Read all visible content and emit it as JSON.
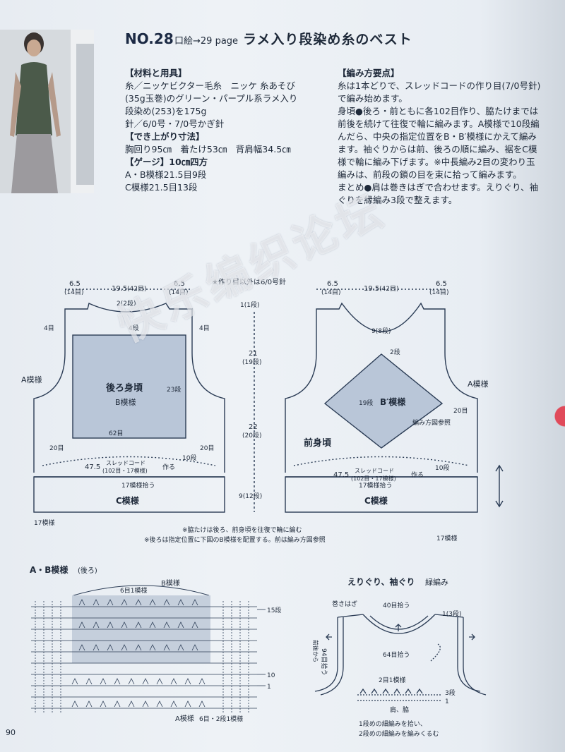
{
  "header": {
    "number": "NO.28",
    "page_ref": "口絵→29 page",
    "title": "ラメ入り段染め糸のベスト"
  },
  "materials": {
    "heading": "【材料と用具】",
    "lines": [
      "糸／ニッケビクター毛糸　ニッケ 糸あそび",
      "(35g玉巻)のグリーン・パープル系ラメ入り",
      "段染め(253)を175g",
      "針／6/0号・7/0号かぎ針"
    ],
    "size_heading": "【でき上がり寸法】",
    "size_line": "胸回り95㎝　着たけ53㎝　背肩幅34.5㎝",
    "gauge_heading": "【ゲージ】10㎝四方",
    "gauge_lines": [
      "A・B模様21.5目9段",
      "C模様21.5目13段"
    ]
  },
  "instructions": {
    "heading": "【編み方要点】",
    "lines": [
      "糸は1本どりで、スレッドコードの作り目(7/0号針)",
      "で編み始めます。",
      "身頃●後ろ・前ともに各102目作り、脇たけまでは",
      "前後を続けて往復で輪に編みます。A模様で10段編",
      "んだら、中央の指定位置をB・B′模様にかえて編み",
      "ます。袖ぐりからは前、後ろの順に編み、裾をC模",
      "様で輪に編み下げます。※中長編み2目の変わり玉",
      "編みは、前段の鎖の目を束に拾って編みます。",
      "まとめ●肩は巻きはぎで合わせます。えりぐり、袖",
      "ぐりを縁編み3段で整えます。"
    ]
  },
  "diagram": {
    "note_needle": "★作り目以外は6/0号針",
    "back": {
      "title": "後ろ身頃",
      "pattern": "B模様",
      "top_left": "6.5",
      "top_left_st": "(14目)",
      "top_center": "19.5",
      "top_center_st": "(42目)",
      "top_right": "6.5",
      "top_right_st": "(14目)",
      "neck_rows": "2(2段)",
      "four_left": "4目",
      "four_center": "4段",
      "four_right": "4目",
      "rows23": "23段",
      "st62": "62目",
      "st20_left": "20目",
      "st20_right": "20目",
      "rows10": "10段",
      "cast": "47.5",
      "cast_note": "スレッドコード",
      "cast_st": "(102目・17模様)",
      "cast_make": "作る",
      "pick": "17模様拾う",
      "c_pattern": "C模様",
      "a_pattern": "A模様",
      "c17": "17模様"
    },
    "mid": {
      "r1": "1(1段)",
      "r21": "21",
      "r21s": "(19段)",
      "r22": "22",
      "r22s": "(20段)",
      "r9": "9(12段)"
    },
    "front": {
      "title": "前身頃",
      "pattern": "B′模様",
      "rows19": "19段",
      "top_left": "6.5",
      "top_left_st": "(14目)",
      "top_center": "19.5",
      "top_center_st": "(42目)",
      "top_right": "6.5",
      "top_right_st": "(14目)",
      "neck": "9(8段)",
      "neck2": "2段",
      "ref": "編み方図参照",
      "st20": "20目",
      "rows10": "10段",
      "cast": "47.5",
      "cast_note": "スレッドコード",
      "cast_st": "(102目・17模様)",
      "cast_make": "作る",
      "pick": "17模様拾う",
      "c_pattern": "C模様",
      "a_pattern": "A模様",
      "c17": "17模様"
    },
    "notes": [
      "※脇たけは後ろ、前身頃を往復で輪に編む",
      "※後ろは指定位置に下図のB模様を配置する。前は編み方図参照"
    ]
  },
  "chart_ab": {
    "title": "A・B模様",
    "title_sub": "(後ろ)",
    "b_label": "B模様",
    "repeat": "6目1模様",
    "row15": "15段",
    "row10": "10",
    "row1": "1",
    "a_label": "A模様",
    "a_note": "6目・2段1模様"
  },
  "edging": {
    "title": "えりぐり、袖ぐり",
    "title_sub": "緑編み",
    "maki": "巻きはぎ",
    "pick40": "40目拾う",
    "r1": "1(3段)",
    "pick94": "94目拾う",
    "side_note": "前後から",
    "pick64": "64目拾う",
    "repeat2": "2目1模様",
    "r3": "3段",
    "r1b": "1",
    "shoulder": "肩、脇",
    "legend1": "1段めの細編みを拾い、",
    "legend2": "2段めの細編みを編みくるむ"
  },
  "watermark": "快乐编织论坛",
  "page_number": "90",
  "colors": {
    "fill": "#b9c6d8",
    "line": "#2b3c55",
    "paper": "#eef2f6"
  }
}
